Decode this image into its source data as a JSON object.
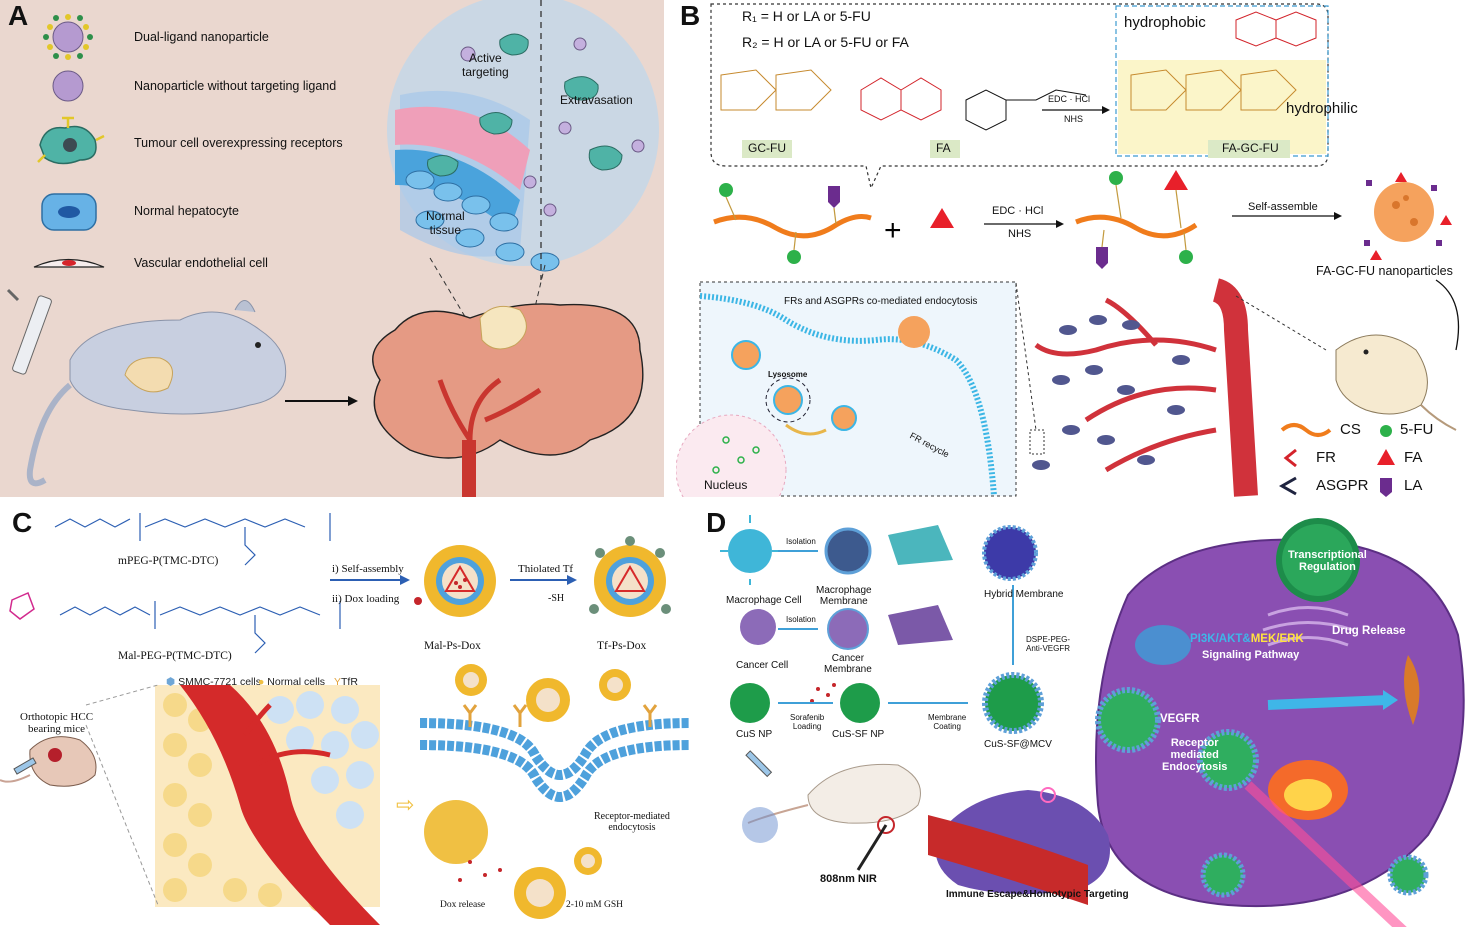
{
  "panel_a": {
    "label": "A",
    "legend": [
      "Dual-ligand nanoparticle",
      "Nanoparticle without targeting ligand",
      "Tumour cell overexpressing receptors",
      "Normal hepatocyte",
      "Vascular endothelial cell"
    ],
    "active_targeting": [
      "Active",
      "targeting"
    ],
    "extravasation": "Extravasation",
    "normal_tissue": [
      "Normal",
      "tissue"
    ]
  },
  "panel_b": {
    "label": "B",
    "r1": "R₁ = H or LA or 5-FU",
    "r2": "R₂ = H or LA or 5-FU or FA",
    "hydrophobic": "hydrophobic",
    "hydrophilic": "hydrophilic",
    "gc_fu": "GC-FU",
    "fa": "FA",
    "fa_gc_fu": "FA-GC-FU",
    "reagent_top": "EDC · HCl",
    "reagent_bottom": "NHS",
    "self_assemble": "Self-assemble",
    "nanoparticles": "FA-GC-FU nanoparticles",
    "endocytosis_title": "FRs and ASGPRs co-mediated endocytosis",
    "lysosome": "Lysosome",
    "nucleus": "Nucleus",
    "fr_recycle": "FR recycle",
    "legend": [
      {
        "label": "CS",
        "color": "#f07c1c"
      },
      {
        "label": "5-FU",
        "color": "#2db14a"
      },
      {
        "label": "FR",
        "color": "#d4232b"
      },
      {
        "label": "FA",
        "color": "#e8202a"
      },
      {
        "label": "ASGPR",
        "color": "#1f2440"
      },
      {
        "label": "LA",
        "color": "#6b2c8e"
      }
    ]
  },
  "panel_c": {
    "label": "C",
    "polymer1": "mPEG-P(TMC-DTC)",
    "polymer2": "Mal-PEG-P(TMC-DTC)",
    "step1": "i) Self-assembly",
    "step2": "ii) Dox loading",
    "thiolated": "Thiolated Tf",
    "sh": "-SH",
    "mal_ps_dox": "Mal-Ps-Dox",
    "tf_ps_dox": "Tf-Ps-Dox",
    "smmc": "SMMC-7721 cells",
    "normal_cells": "Normal cells",
    "tfr": "TfR",
    "mice": [
      "Orthotopic HCC",
      "bearing mice"
    ],
    "receptor": [
      "Receptor-mediated",
      "endocytosis"
    ],
    "dox_release": "Dox release",
    "gsh": "2-10 mM GSH"
  },
  "panel_d": {
    "label": "D",
    "macrophage_cell": "Macrophage Cell",
    "isolation": "Isolation",
    "macrophage_membrane": [
      "Macrophage",
      "Membrane"
    ],
    "hybrid_membrane": "Hybrid Membrane",
    "cancer_cell": "Cancer Cell",
    "cancer_membrane": [
      "Cancer",
      "Membrane"
    ],
    "dspe": [
      "DSPE-PEG-",
      "Anti-VEGFR"
    ],
    "cus_np": "CuS NP",
    "sorafenib": [
      "Sorafenib",
      "Loading"
    ],
    "cus_sf_np": "CuS-SF NP",
    "membrane_coating": [
      "Membrane",
      "Coating"
    ],
    "cus_sf_mcv": "CuS-SF@MCV",
    "nir": "808nm NIR",
    "immune": "Immune Escape&Homotypic Targeting",
    "transcriptional": [
      "Transcriptional",
      "Regulation"
    ],
    "pathway_1": "PI3K/AKT&",
    "pathway_2": "MEK/ERK",
    "signaling": "Signaling Pathway",
    "drug_release": "Drug Release",
    "vegfr": "VEGFR",
    "receptor": [
      "Receptor",
      "mediated",
      "Endocytosis"
    ]
  }
}
